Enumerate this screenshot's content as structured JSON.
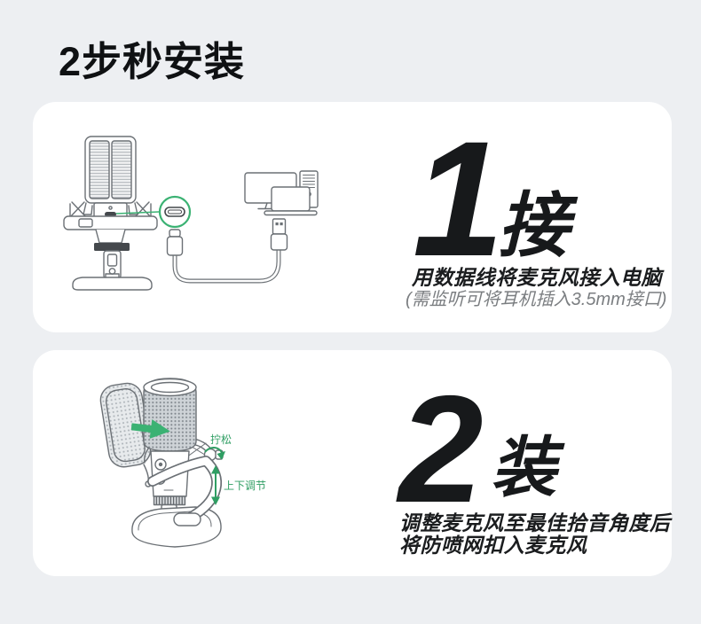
{
  "page": {
    "title": "2步秒安装",
    "background_color": "#edeff2",
    "panel_color": "#ffffff",
    "accent_green": "#3bb273",
    "label_green": "#2f9e63",
    "text_dark": "#17191b",
    "text_gray": "#7b7e81",
    "lineart_gray": "#6b7075"
  },
  "steps": [
    {
      "number": "1",
      "action": "接",
      "line1": "用数据线将麦克风接入电脑",
      "line2": "(需监听可将耳机插入3.5mm接口)"
    },
    {
      "number": "2",
      "action": "装",
      "line1": "调整麦克风至最佳拾音角度后",
      "line2": "将防喷网扣入麦克风"
    }
  ],
  "annotations": {
    "loosen": "拧松",
    "up_down_adjust": "上下调节"
  }
}
